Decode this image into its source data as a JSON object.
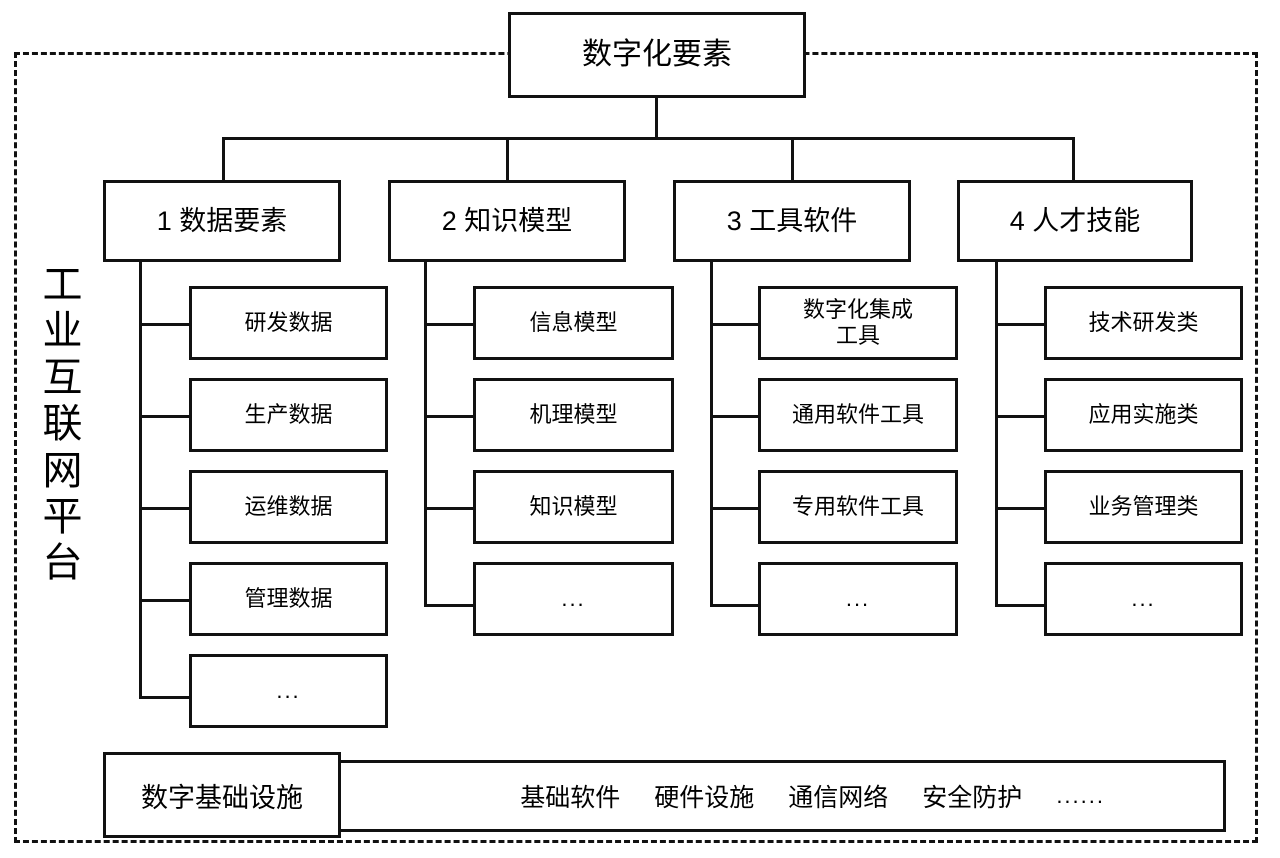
{
  "diagram": {
    "title": "数字化要素",
    "platform_label": "工\n业\n互\n联\n网\n平\n台",
    "root": {
      "label": "数字化要素"
    },
    "categories": [
      {
        "label": "1 数据要素",
        "children": [
          {
            "label": "研发数据"
          },
          {
            "label": "生产数据"
          },
          {
            "label": "运维数据"
          },
          {
            "label": "管理数据"
          },
          {
            "label": "..."
          }
        ]
      },
      {
        "label": "2 知识模型",
        "children": [
          {
            "label": "信息模型"
          },
          {
            "label": "机理模型"
          },
          {
            "label": "知识模型"
          },
          {
            "label": "..."
          }
        ]
      },
      {
        "label": "3 工具软件",
        "children": [
          {
            "label": "数字化集成\n工具"
          },
          {
            "label": "通用软件工具"
          },
          {
            "label": "专用软件工具"
          },
          {
            "label": "..."
          }
        ]
      },
      {
        "label": "4 人才技能",
        "children": [
          {
            "label": "技术研发类"
          },
          {
            "label": "应用实施类"
          },
          {
            "label": "业务管理类"
          },
          {
            "label": "..."
          }
        ]
      }
    ],
    "infrastructure": {
      "label": "数字基础设施",
      "items": [
        {
          "label": "基础软件"
        },
        {
          "label": "硬件设施"
        },
        {
          "label": "通信网络"
        },
        {
          "label": "安全防护"
        },
        {
          "label": "......"
        }
      ]
    },
    "colors": {
      "stroke": "#111111",
      "background": "#ffffff",
      "text": "#000000"
    }
  }
}
